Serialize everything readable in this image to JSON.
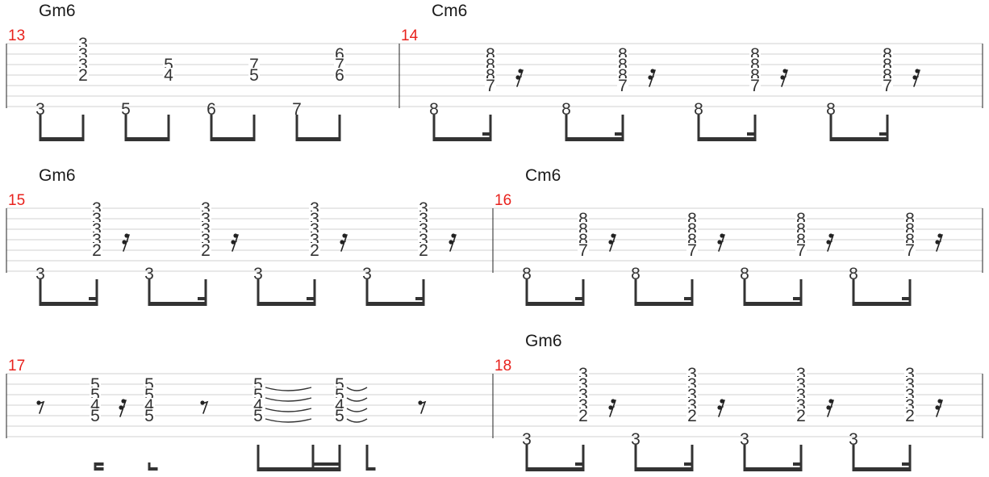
{
  "score": {
    "title": "",
    "colors": {
      "measure_number": "#e8221d",
      "notation": "#333333",
      "staff_line": "#d0d0d0"
    },
    "systems": [
      {
        "id": "s1",
        "measures": [
          {
            "number": "13",
            "chord": "Gm6",
            "beats": [
              {
                "main": [],
                "bass": "3"
              },
              {
                "main": [
                  {
                    "s": 1,
                    "f": "3"
                  },
                  {
                    "s": 2,
                    "f": "3"
                  },
                  {
                    "s": 3,
                    "f": "3"
                  },
                  {
                    "s": 4,
                    "f": "2"
                  }
                ],
                "bass": ""
              },
              {
                "main": [],
                "bass": "5"
              },
              {
                "main": [
                  {
                    "s": 3,
                    "f": "5"
                  },
                  {
                    "s": 4,
                    "f": "4"
                  }
                ],
                "bass": ""
              },
              {
                "main": [],
                "bass": "6"
              },
              {
                "main": [
                  {
                    "s": 3,
                    "f": "7"
                  },
                  {
                    "s": 4,
                    "f": "5"
                  }
                ],
                "bass": ""
              },
              {
                "main": [],
                "bass": "7"
              },
              {
                "main": [
                  {
                    "s": 2,
                    "f": "6"
                  },
                  {
                    "s": 3,
                    "f": "7"
                  },
                  {
                    "s": 4,
                    "f": "6"
                  }
                ],
                "bass": ""
              }
            ]
          },
          {
            "number": "14",
            "chord": "Cm6",
            "beats": [
              {
                "main": [
                  {
                    "s": 2,
                    "f": "8"
                  },
                  {
                    "s": 3,
                    "f": "8"
                  },
                  {
                    "s": 4,
                    "f": "8"
                  },
                  {
                    "s": 5,
                    "f": "7"
                  }
                ],
                "bass": "8"
              },
              {
                "main": [
                  {
                    "s": 2,
                    "f": "8"
                  },
                  {
                    "s": 3,
                    "f": "8"
                  },
                  {
                    "s": 4,
                    "f": "8"
                  },
                  {
                    "s": 5,
                    "f": "7"
                  }
                ],
                "bass": "8"
              },
              {
                "main": [
                  {
                    "s": 2,
                    "f": "8"
                  },
                  {
                    "s": 3,
                    "f": "8"
                  },
                  {
                    "s": 4,
                    "f": "8"
                  },
                  {
                    "s": 5,
                    "f": "7"
                  }
                ],
                "bass": "8"
              },
              {
                "main": [
                  {
                    "s": 2,
                    "f": "8"
                  },
                  {
                    "s": 3,
                    "f": "8"
                  },
                  {
                    "s": 4,
                    "f": "8"
                  },
                  {
                    "s": 5,
                    "f": "7"
                  }
                ],
                "bass": "8"
              }
            ]
          }
        ]
      },
      {
        "id": "s2",
        "measures": [
          {
            "number": "15",
            "chord": "Gm6",
            "beats": [
              {
                "main": [
                  {
                    "s": 1,
                    "f": "3"
                  },
                  {
                    "s": 2,
                    "f": "3"
                  },
                  {
                    "s": 3,
                    "f": "3"
                  },
                  {
                    "s": 4,
                    "f": "3"
                  },
                  {
                    "s": 5,
                    "f": "2"
                  }
                ],
                "bass": "3"
              },
              {
                "main": [
                  {
                    "s": 1,
                    "f": "3"
                  },
                  {
                    "s": 2,
                    "f": "3"
                  },
                  {
                    "s": 3,
                    "f": "3"
                  },
                  {
                    "s": 4,
                    "f": "3"
                  },
                  {
                    "s": 5,
                    "f": "2"
                  }
                ],
                "bass": "3"
              },
              {
                "main": [
                  {
                    "s": 1,
                    "f": "3"
                  },
                  {
                    "s": 2,
                    "f": "3"
                  },
                  {
                    "s": 3,
                    "f": "3"
                  },
                  {
                    "s": 4,
                    "f": "3"
                  },
                  {
                    "s": 5,
                    "f": "2"
                  }
                ],
                "bass": "3"
              },
              {
                "main": [
                  {
                    "s": 1,
                    "f": "3"
                  },
                  {
                    "s": 2,
                    "f": "3"
                  },
                  {
                    "s": 3,
                    "f": "3"
                  },
                  {
                    "s": 4,
                    "f": "3"
                  },
                  {
                    "s": 5,
                    "f": "2"
                  }
                ],
                "bass": "3"
              }
            ]
          },
          {
            "number": "16",
            "chord": "Cm6",
            "beats": [
              {
                "main": [
                  {
                    "s": 2,
                    "f": "8"
                  },
                  {
                    "s": 3,
                    "f": "8"
                  },
                  {
                    "s": 4,
                    "f": "8"
                  },
                  {
                    "s": 5,
                    "f": "7"
                  }
                ],
                "bass": "8"
              },
              {
                "main": [
                  {
                    "s": 2,
                    "f": "8"
                  },
                  {
                    "s": 3,
                    "f": "8"
                  },
                  {
                    "s": 4,
                    "f": "8"
                  },
                  {
                    "s": 5,
                    "f": "7"
                  }
                ],
                "bass": "8"
              },
              {
                "main": [
                  {
                    "s": 2,
                    "f": "8"
                  },
                  {
                    "s": 3,
                    "f": "8"
                  },
                  {
                    "s": 4,
                    "f": "8"
                  },
                  {
                    "s": 5,
                    "f": "7"
                  }
                ],
                "bass": "8"
              },
              {
                "main": [
                  {
                    "s": 2,
                    "f": "8"
                  },
                  {
                    "s": 3,
                    "f": "8"
                  },
                  {
                    "s": 4,
                    "f": "8"
                  },
                  {
                    "s": 5,
                    "f": "7"
                  }
                ],
                "bass": "8"
              }
            ]
          }
        ]
      },
      {
        "id": "s3",
        "measures": [
          {
            "number": "17",
            "chord": "",
            "beats": [
              {
                "main": [
                  {
                    "s": 2,
                    "f": "5"
                  },
                  {
                    "s": 3,
                    "f": "5"
                  },
                  {
                    "s": 4,
                    "f": "4"
                  },
                  {
                    "s": 5,
                    "f": "5"
                  }
                ],
                "bass": ""
              },
              {
                "main": [
                  {
                    "s": 2,
                    "f": "5"
                  },
                  {
                    "s": 3,
                    "f": "5"
                  },
                  {
                    "s": 4,
                    "f": "4"
                  },
                  {
                    "s": 5,
                    "f": "5"
                  }
                ],
                "bass": ""
              },
              {
                "main": [
                  {
                    "s": 2,
                    "f": "5"
                  },
                  {
                    "s": 3,
                    "f": "5"
                  },
                  {
                    "s": 4,
                    "f": "4"
                  },
                  {
                    "s": 5,
                    "f": "5"
                  }
                ],
                "bass": ""
              },
              {
                "main": [
                  {
                    "s": 2,
                    "f": "5"
                  },
                  {
                    "s": 3,
                    "f": "5"
                  },
                  {
                    "s": 4,
                    "f": "4"
                  },
                  {
                    "s": 5,
                    "f": "5"
                  }
                ],
                "bass": ""
              }
            ]
          },
          {
            "number": "18",
            "chord": "Gm6",
            "beats": [
              {
                "main": [
                  {
                    "s": 1,
                    "f": "3"
                  },
                  {
                    "s": 2,
                    "f": "3"
                  },
                  {
                    "s": 3,
                    "f": "3"
                  },
                  {
                    "s": 4,
                    "f": "3"
                  },
                  {
                    "s": 5,
                    "f": "2"
                  }
                ],
                "bass": "3"
              },
              {
                "main": [
                  {
                    "s": 1,
                    "f": "3"
                  },
                  {
                    "s": 2,
                    "f": "3"
                  },
                  {
                    "s": 3,
                    "f": "3"
                  },
                  {
                    "s": 4,
                    "f": "3"
                  },
                  {
                    "s": 5,
                    "f": "2"
                  }
                ],
                "bass": "3"
              },
              {
                "main": [
                  {
                    "s": 1,
                    "f": "3"
                  },
                  {
                    "s": 2,
                    "f": "3"
                  },
                  {
                    "s": 3,
                    "f": "3"
                  },
                  {
                    "s": 4,
                    "f": "3"
                  },
                  {
                    "s": 5,
                    "f": "2"
                  }
                ],
                "bass": "3"
              },
              {
                "main": [
                  {
                    "s": 1,
                    "f": "3"
                  },
                  {
                    "s": 2,
                    "f": "3"
                  },
                  {
                    "s": 3,
                    "f": "3"
                  },
                  {
                    "s": 4,
                    "f": "3"
                  },
                  {
                    "s": 5,
                    "f": "2"
                  }
                ],
                "bass": "3"
              }
            ]
          }
        ]
      }
    ]
  }
}
